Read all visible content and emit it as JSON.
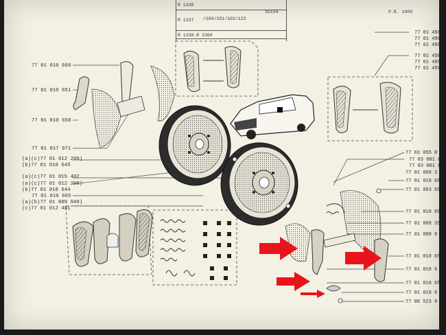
{
  "header": {
    "ref1": "R 1338",
    "ref_code": "35154",
    "ref2": "R 1337",
    "ref2_sub": "/100/101/103/123",
    "ref3": "R 1338.R 2360",
    "page_ref": "P.R. 1009"
  },
  "left_labels": [
    "77 01 010 660",
    "77 01 010 651",
    "77 01 010 658",
    "77 01 017 971",
    "(a)(c)77 01 012 209)",
    "(b)77 01 010 645",
    "(a)(c)77 01 015 402",
    "(a)(c)77 01 012 208)",
    "(b)77 01 010 644",
    "77 01 010 665",
    "(a)(b)77 01 009 940)",
    "(c)77 01 012 481"
  ],
  "right_labels": [
    "77 01 456",
    "77 01 499",
    "77 01 458",
    "77 01 458",
    "77 01 499",
    "77 01 458",
    "77 03 055 0",
    "77 03 001 6",
    "77 03 001 6",
    "77 01 009 3",
    "77 01 010 66",
    "77 01 003 69",
    "77 01 010 66",
    "77 01 009 35",
    "77 01 008 9",
    "77 01 010 65",
    "77 01 010 6",
    "77 01 010 65",
    "77 01 010 6",
    "77 00 523 9"
  ],
  "colors": {
    "paper": "#f3f0e4",
    "ink": "#2b2b2b",
    "arrow": "#e8141c"
  },
  "icons": [
    "brake-drum",
    "brake-shoe",
    "car-estate",
    "spring",
    "arrow-right"
  ]
}
